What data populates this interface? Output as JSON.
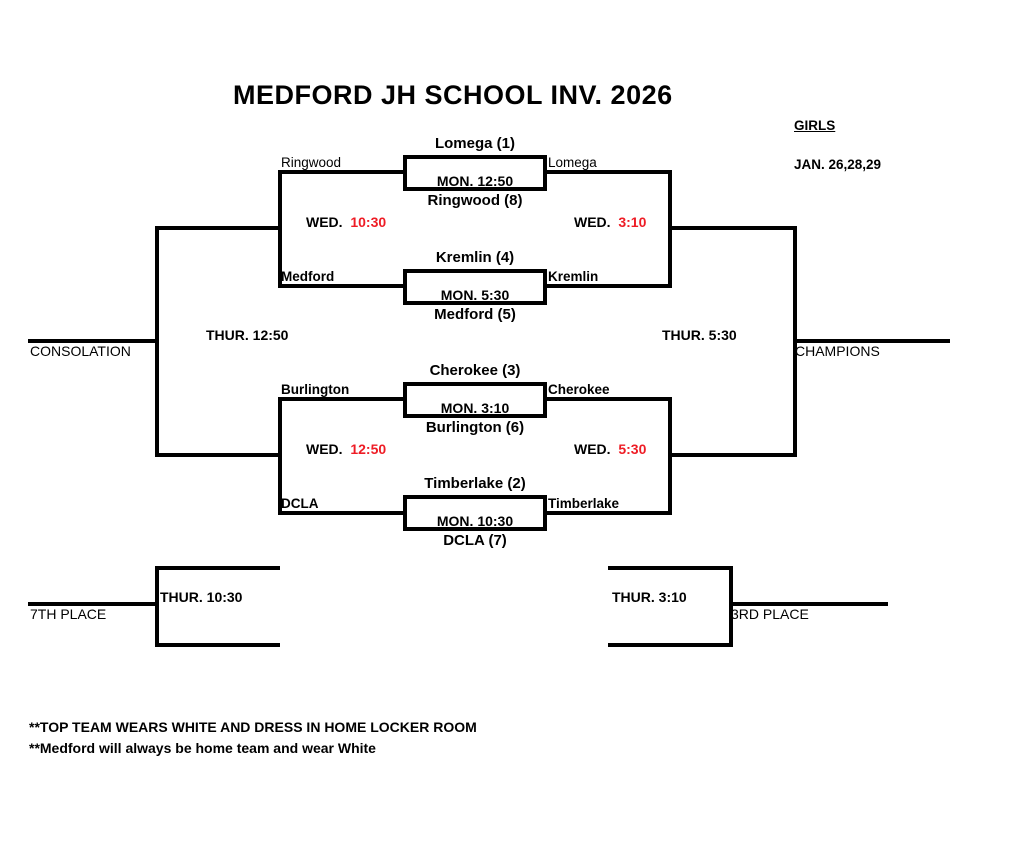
{
  "header": {
    "title": "MEDFORD JH SCHOOL INV.  2026",
    "division": "GIRLS",
    "dates": "JAN. 26,28,29"
  },
  "colors": {
    "ink": "#000000",
    "time_accent": "#ee1c25",
    "background": "#ffffff"
  },
  "bracket": {
    "round1": [
      {
        "id": "game-1",
        "top_team": "Lomega (1)",
        "bottom_team": "Ringwood (8)",
        "time": "MON. 12:50"
      },
      {
        "id": "game-2",
        "top_team": "Kremlin (4)",
        "bottom_team": "Medford (5)",
        "time": "MON.  5:30"
      },
      {
        "id": "game-3",
        "top_team": "Cherokee (3)",
        "bottom_team": "Burlington (6)",
        "time": "MON.  3:10"
      },
      {
        "id": "game-4",
        "top_team": "Timberlake (2)",
        "bottom_team": "DCLA (7)",
        "time": "MON. 10:30"
      }
    ],
    "losers_slots": [
      {
        "id": "loser-slot-ringwood",
        "label": "Ringwood",
        "bold": false
      },
      {
        "id": "loser-slot-medford",
        "label": "Medford",
        "bold": true
      },
      {
        "id": "loser-slot-burlington",
        "label": "Burlington",
        "bold": true
      },
      {
        "id": "loser-slot-dcla",
        "label": "DCLA",
        "bold": true
      }
    ],
    "winners_slots": [
      {
        "id": "winner-slot-lomega",
        "label": "Lomega",
        "bold": false
      },
      {
        "id": "winner-slot-kremlin",
        "label": "Kremlin",
        "bold": true
      },
      {
        "id": "winner-slot-cherokee",
        "label": "Cherokee",
        "bold": true
      },
      {
        "id": "winner-slot-timberlake",
        "label": "Timberlake",
        "bold": true
      }
    ],
    "round2": [
      {
        "id": "consol-upper",
        "day": "WED.",
        "time": "10:30"
      },
      {
        "id": "consol-lower",
        "day": "WED.",
        "time": "12:50"
      },
      {
        "id": "semi-upper",
        "day": "WED.",
        "time": "3:10"
      },
      {
        "id": "semi-lower",
        "day": "WED.",
        "time": "5:30"
      }
    ],
    "finals": [
      {
        "id": "consolation-final-time",
        "text": "THUR.  12:50"
      },
      {
        "id": "championship-final-time",
        "text": "THUR.  5:30"
      },
      {
        "id": "seventh-place-time",
        "text": "THUR.  10:30"
      },
      {
        "id": "third-place-time",
        "text": "THUR.  3:10"
      }
    ],
    "outcomes": [
      {
        "id": "consolation-label",
        "label": "CONSOLATION"
      },
      {
        "id": "champions-label",
        "label": "CHAMPIONS"
      },
      {
        "id": "seventh-place-label",
        "label": "7TH PLACE"
      },
      {
        "id": "third-place-label",
        "label": "3RD PLACE"
      }
    ]
  },
  "notes": [
    "**TOP TEAM WEARS WHITE AND DRESS IN HOME LOCKER ROOM",
    "**Medford will always be home team and wear White"
  ]
}
